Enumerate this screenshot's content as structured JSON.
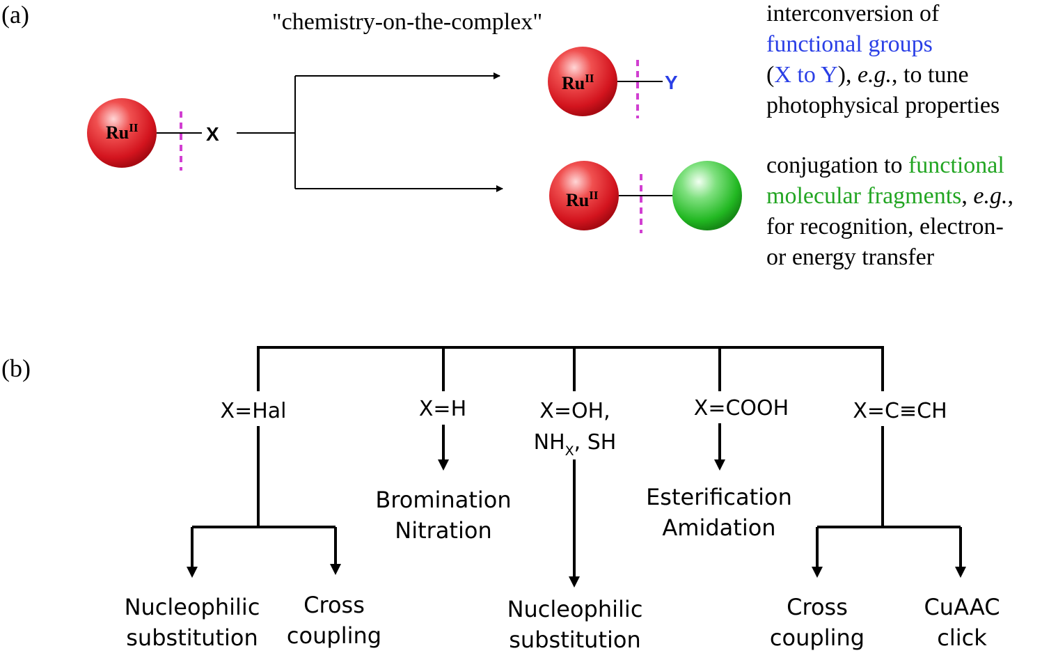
{
  "panel_a": {
    "label": "(a)",
    "title": "\"chemistry-on-the-complex\"",
    "metal": {
      "symbol": "Ru",
      "oxidation": "II"
    },
    "start_group": "X",
    "product_group": "Y",
    "colors": {
      "sphere_red": "#e0202a",
      "sphere_green": "#2bc02b",
      "cut_line": "#d13fd1",
      "blue_text": "#2a3fe6",
      "green_text": "#22a522",
      "black": "#000000"
    },
    "desc1": {
      "line1": "interconversion of",
      "line2_colored": "functional groups",
      "line3_open": "(",
      "line3_colored": "X to Y",
      "line3_close": "), ",
      "line3_italic": "e.g.",
      "line3_rest": ", to tune",
      "line4": "photophysical properties"
    },
    "desc2": {
      "line1_plain": "conjugation to ",
      "line1_colored": "functional",
      "line2_colored": "molecular fragments",
      "line2_plain": ", ",
      "line2_italic": "e.g.",
      "line2_end": ",",
      "line3": "for recognition, electron-",
      "line4": "or energy transfer"
    }
  },
  "panel_b": {
    "label": "(b)",
    "groups": [
      {
        "label": "X=Hal"
      },
      {
        "label": "X=H"
      },
      {
        "label_line1": "X=OH,",
        "label_line2_pre": "NH",
        "label_line2_sub": "X",
        "label_line2_post": ", SH"
      },
      {
        "label": "X=COOH"
      },
      {
        "label": "X=C≡CH"
      }
    ],
    "outcomes": {
      "hal_left": [
        "Nucleophilic",
        "substitution"
      ],
      "hal_right": [
        "Cross",
        "coupling"
      ],
      "h": [
        "Bromination",
        "Nitration"
      ],
      "oh": [
        "Nucleophilic",
        "substitution"
      ],
      "cooh": [
        "Esterification",
        "Amidation"
      ],
      "alk_left": [
        "Cross",
        "coupling"
      ],
      "alk_right": [
        "CuAAC",
        "click"
      ]
    }
  }
}
